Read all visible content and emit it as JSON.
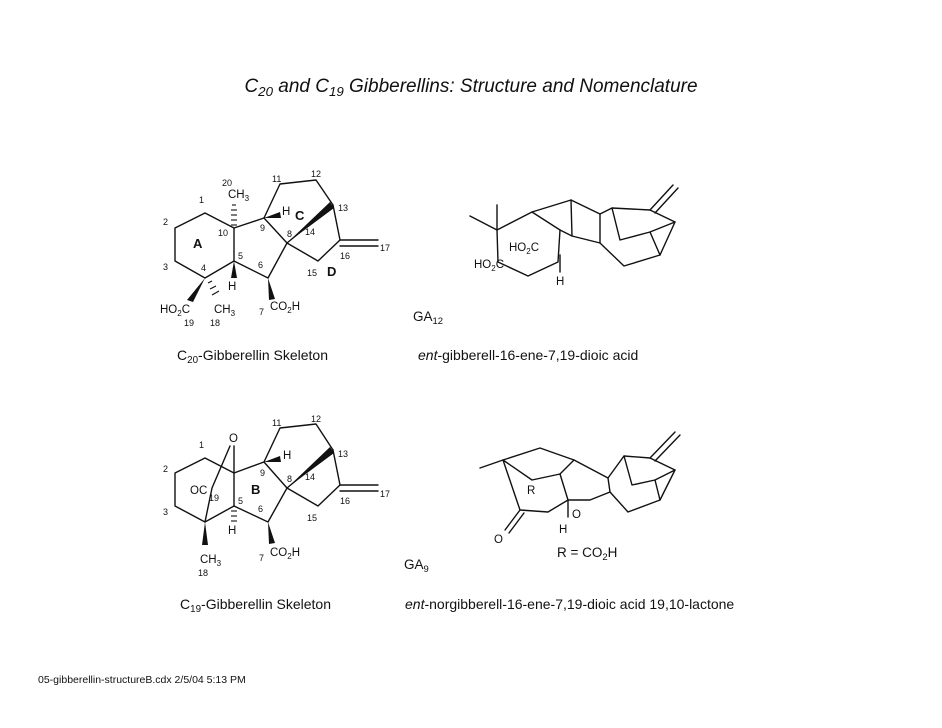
{
  "title": {
    "prefix_c": "C",
    "sub20": "20",
    "mid": " and C",
    "sub19": "19",
    "rest": " Gibberellins: Structure and Nomenclature"
  },
  "c20": {
    "caption_pre": "C",
    "caption_sub": "20",
    "caption_post": "-Gibberellin Skeleton",
    "ring_a": "A",
    "ring_c": "C",
    "ring_d": "D",
    "atoms": {
      "ch3_top": "CH",
      "ch3_top_sub": "3",
      "h9": "H",
      "h5": "H",
      "ho2c_pre": "HO",
      "ho2c_sub": "2",
      "ho2c_post": "C",
      "ch3_18": "CH",
      "ch3_18_sub": "3",
      "co2h_pre": "CO",
      "co2h_sub": "2",
      "co2h_post": "H"
    },
    "numbers": {
      "n1": "1",
      "n2": "2",
      "n3": "3",
      "n4": "4",
      "n5": "5",
      "n6": "6",
      "n7": "7",
      "n8": "8",
      "n9": "9",
      "n10": "10",
      "n11": "11",
      "n12": "12",
      "n13": "13",
      "n14": "14",
      "n15": "15",
      "n16": "16",
      "n17": "17",
      "n18": "18",
      "n19": "19",
      "n20": "20"
    }
  },
  "c19": {
    "caption_pre": "C",
    "caption_sub": "19",
    "caption_post": "-Gibberellin Skeleton",
    "ring_b": "B",
    "atoms": {
      "o": "O",
      "oc": "OC",
      "h9": "H",
      "h5": "H",
      "ch3_18": "CH",
      "ch3_18_sub": "3",
      "co2h_pre": "CO",
      "co2h_sub": "2",
      "co2h_post": "H"
    },
    "numbers": {
      "n1": "1",
      "n2": "2",
      "n3": "3",
      "n5": "5",
      "n6": "6",
      "n7": "7",
      "n8": "8",
      "n9": "9",
      "n11": "11",
      "n12": "12",
      "n13": "13",
      "n14": "14",
      "n15": "15",
      "n16": "16",
      "n17": "17",
      "n18": "18",
      "n19": "19"
    }
  },
  "ga12": {
    "name_pre": "GA",
    "name_sub": "12",
    "iupac_italic": "ent",
    "iupac_rest": "-gibberell-16-ene-7,19-dioic acid",
    "atoms": {
      "ho2c_a_pre": "HO",
      "ho2c_a_sub": "2",
      "ho2c_a_post": "C",
      "ho2c_b_pre": "HO",
      "ho2c_b_sub": "2",
      "ho2c_b_post": "C",
      "h": "H"
    }
  },
  "ga9": {
    "name_pre": "GA",
    "name_sub": "9",
    "iupac_italic": "ent",
    "iupac_rest": "-norgibberell-16-ene-7,19-dioic acid 19,10-lactone",
    "r_def_pre": "R = CO",
    "r_def_sub": "2",
    "r_def_post": "H",
    "atoms": {
      "r": "R",
      "o_ring": "O",
      "o_carbonyl": "O",
      "h": "H"
    }
  },
  "footer": "05-gibberellin-structureB.cdx  2/5/04  5:13 PM"
}
